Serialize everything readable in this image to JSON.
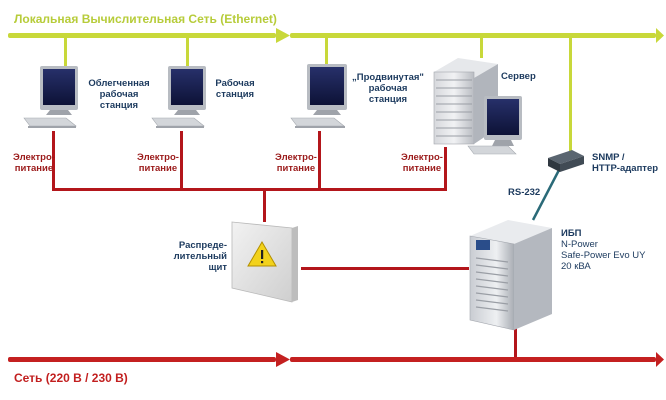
{
  "network": {
    "label": "Локальная Вычислительная Сеть  (Ethernet)",
    "color": "#c8d83a"
  },
  "mains": {
    "label": "Сеть (220 В / 230 В)",
    "color": "#c42020"
  },
  "workstations": [
    {
      "line1": "Облегченная",
      "line2": "рабочая",
      "line3": "станция"
    },
    {
      "line1": "Рабочая",
      "line2": "станция",
      "line3": ""
    },
    {
      "line1": "„Продвинутая\"",
      "line2": "рабочая",
      "line3": "станция"
    }
  ],
  "server": {
    "label": "Сервер"
  },
  "power_labels": [
    {
      "line1": "Электро-",
      "line2": "питание"
    },
    {
      "line1": "Электро-",
      "line2": "питание"
    },
    {
      "line1": "Электро-",
      "line2": "питание"
    },
    {
      "line1": "Электро-",
      "line2": "питание"
    }
  ],
  "adapter": {
    "line1": "SNMP /",
    "line2": "HTTP-адаптер",
    "link": "RS-232"
  },
  "panel": {
    "line1": "Распреде-",
    "line2": "лительный",
    "line3": "щит"
  },
  "ups": {
    "title": "ИБП",
    "line1": "N-Power",
    "line2": "Safe-Power Evo UY",
    "line3": "20 кВА"
  },
  "colors": {
    "power_line": "#b3161b",
    "lan_line": "#c8d83a",
    "link_line": "#2a6a78",
    "text": "#1c3a5e",
    "power_text": "#9b1b1b"
  }
}
